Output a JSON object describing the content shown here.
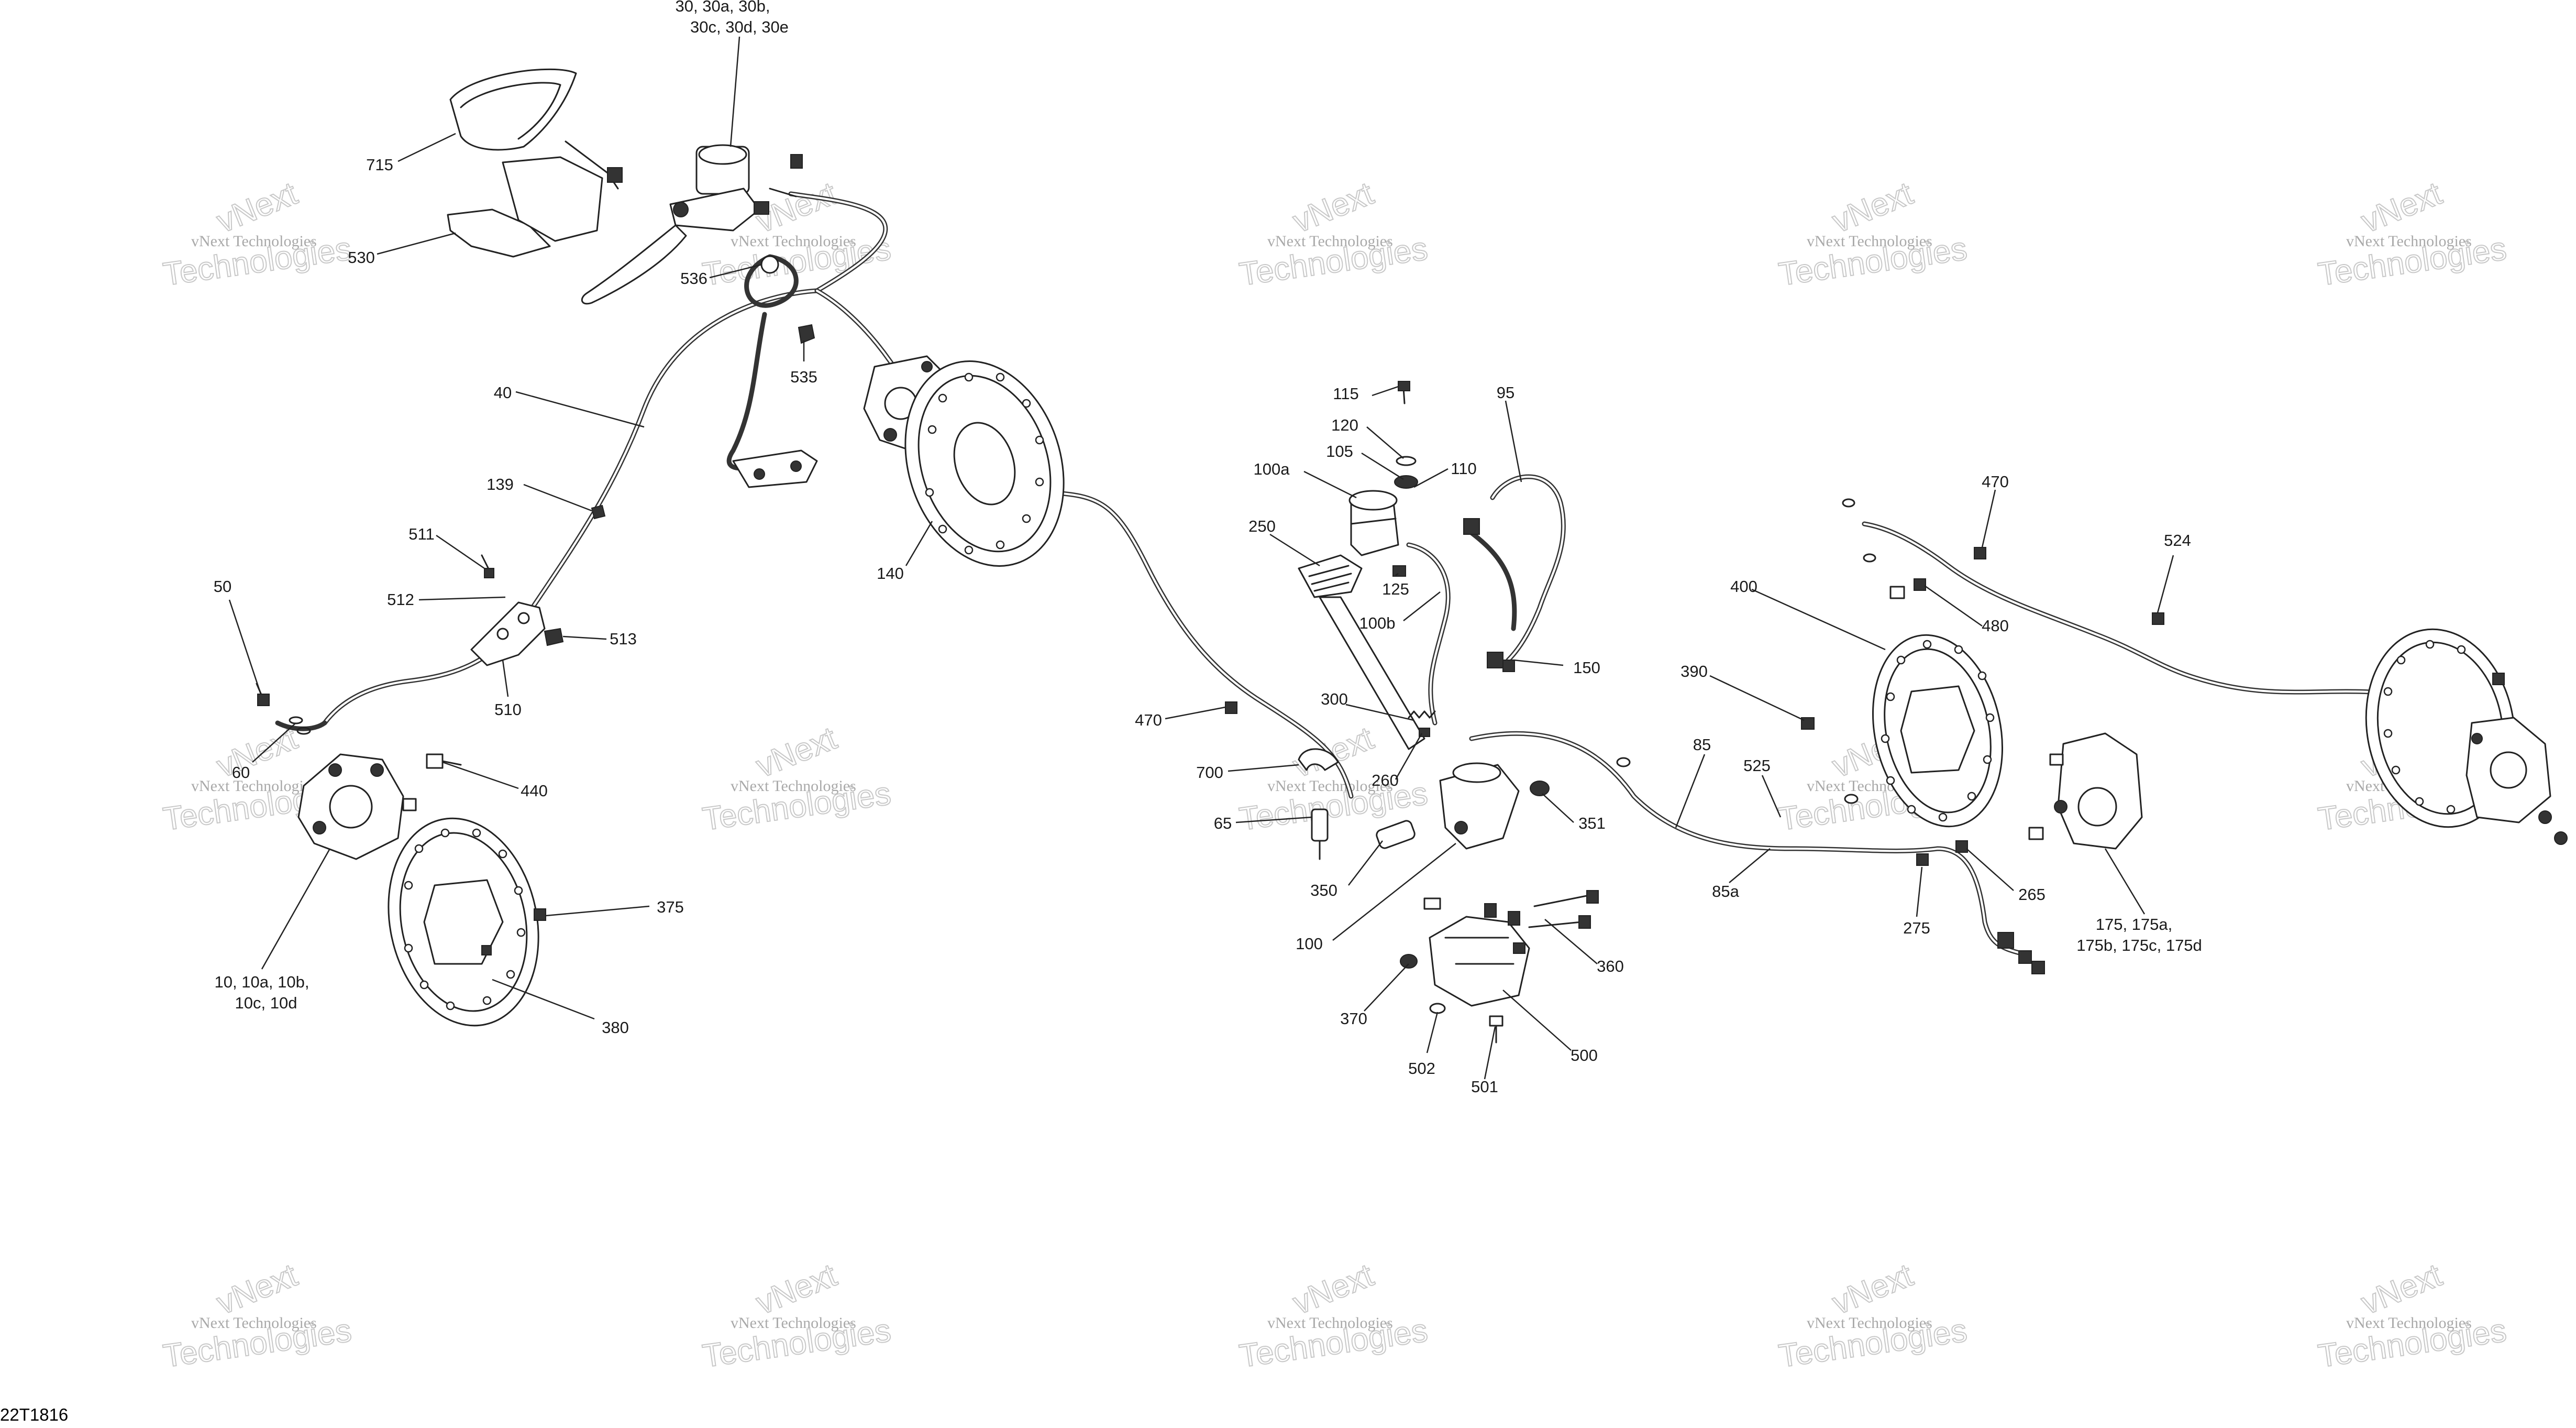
{
  "diagram_id": "22T1816",
  "watermark": {
    "line1": "vNext Technologies",
    "line2": "vNext",
    "line3": "Technologies"
  },
  "callouts": [
    {
      "id": "c-30",
      "line1": "30, 30a, 30b,",
      "line2": "30c, 30d, 30e"
    },
    {
      "id": "c-715",
      "line1": "715"
    },
    {
      "id": "c-530",
      "line1": "530"
    },
    {
      "id": "c-536",
      "line1": "536"
    },
    {
      "id": "c-535",
      "line1": "535"
    },
    {
      "id": "c-40",
      "line1": "40"
    },
    {
      "id": "c-139",
      "line1": "139"
    },
    {
      "id": "c-140",
      "line1": "140"
    },
    {
      "id": "c-511",
      "line1": "511"
    },
    {
      "id": "c-512",
      "line1": "512"
    },
    {
      "id": "c-513",
      "line1": "513"
    },
    {
      "id": "c-510",
      "line1": "510"
    },
    {
      "id": "c-50",
      "line1": "50"
    },
    {
      "id": "c-60",
      "line1": "60"
    },
    {
      "id": "c-440",
      "line1": "440"
    },
    {
      "id": "c-375",
      "line1": "375"
    },
    {
      "id": "c-380",
      "line1": "380"
    },
    {
      "id": "c-10",
      "line1": "10, 10a, 10b,",
      "line2": "10c, 10d"
    },
    {
      "id": "c-115",
      "line1": "115"
    },
    {
      "id": "c-120",
      "line1": "120"
    },
    {
      "id": "c-105",
      "line1": "105"
    },
    {
      "id": "c-100a",
      "line1": "100a"
    },
    {
      "id": "c-110",
      "line1": "110"
    },
    {
      "id": "c-95",
      "line1": "95"
    },
    {
      "id": "c-250",
      "line1": "250"
    },
    {
      "id": "c-125",
      "line1": "125"
    },
    {
      "id": "c-100b",
      "line1": "100b"
    },
    {
      "id": "c-150",
      "line1": "150"
    },
    {
      "id": "c-470a",
      "line1": "470"
    },
    {
      "id": "c-300",
      "line1": "300"
    },
    {
      "id": "c-700",
      "line1": "700"
    },
    {
      "id": "c-260",
      "line1": "260"
    },
    {
      "id": "c-65",
      "line1": "65"
    },
    {
      "id": "c-351",
      "line1": "351"
    },
    {
      "id": "c-350",
      "line1": "350"
    },
    {
      "id": "c-100",
      "line1": "100"
    },
    {
      "id": "c-360",
      "line1": "360"
    },
    {
      "id": "c-370",
      "line1": "370"
    },
    {
      "id": "c-500",
      "line1": "500"
    },
    {
      "id": "c-502",
      "line1": "502"
    },
    {
      "id": "c-501",
      "line1": "501"
    },
    {
      "id": "c-390",
      "line1": "390"
    },
    {
      "id": "c-400",
      "line1": "400"
    },
    {
      "id": "c-85",
      "line1": "85"
    },
    {
      "id": "c-525",
      "line1": "525"
    },
    {
      "id": "c-85a",
      "line1": "85a"
    },
    {
      "id": "c-265",
      "line1": "265"
    },
    {
      "id": "c-275",
      "line1": "275"
    },
    {
      "id": "c-470b",
      "line1": "470"
    },
    {
      "id": "c-480",
      "line1": "480"
    },
    {
      "id": "c-524",
      "line1": "524"
    },
    {
      "id": "c-175",
      "line1": "175, 175a,",
      "line2": "175b, 175c, 175d"
    }
  ]
}
